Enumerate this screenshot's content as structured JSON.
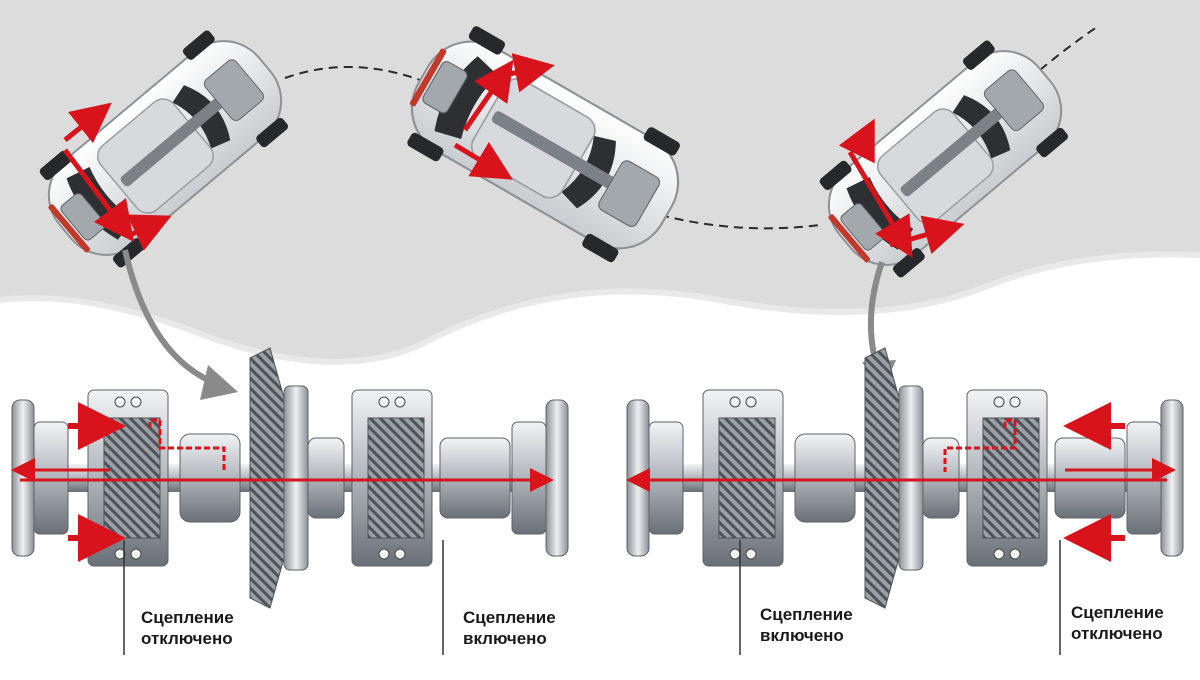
{
  "labels": {
    "left_clutch_disengaged": {
      "line1": "Сцепление",
      "line2": "отключено"
    },
    "left_clutch_engaged": {
      "line1": "Сцепление",
      "line2": "включено"
    },
    "right_clutch_engaged": {
      "line1": "Сцепление",
      "line2": "включено"
    },
    "right_clutch_disengaged": {
      "line1": "Сцепление",
      "line2": "отключено"
    }
  },
  "colors": {
    "road": "#dcdcdc",
    "car_body": "#e6e6e6",
    "car_glass": "#3a3a3a",
    "arrow_red": "#d8131b",
    "pointer_gray": "#8a8a8a",
    "metal": "#b9bec4",
    "metal_dark": "#6c7178"
  },
  "scenes": [
    {
      "name": "left-turn",
      "left_clutch": "disengaged",
      "right_clutch": "engaged"
    },
    {
      "name": "right-turn",
      "left_clutch": "engaged",
      "right_clutch": "disengaged"
    }
  ]
}
